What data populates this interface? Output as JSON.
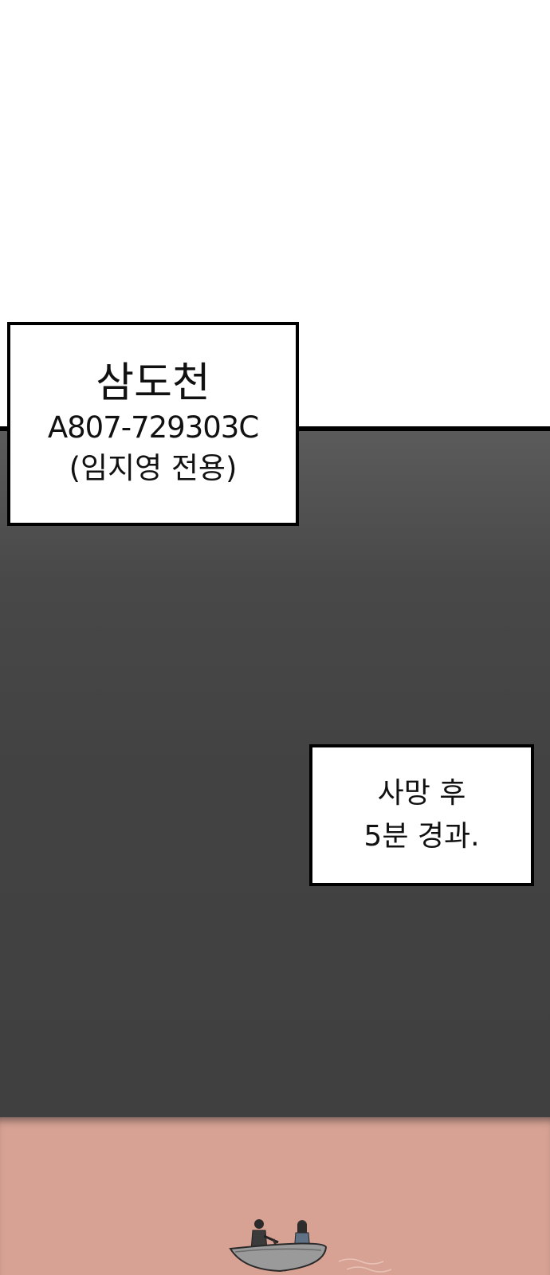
{
  "panel": {
    "sky_color": "#ffffff",
    "dark_color": "#424242",
    "water_color": "#d7a294"
  },
  "caption_name": {
    "name": "삼도천",
    "code": "A807-729303C",
    "note": "(임지영 전용)"
  },
  "caption_time": {
    "line1": "사망 후",
    "line2": "5분 경과."
  },
  "scene": {
    "boat": "boat-illustration"
  }
}
